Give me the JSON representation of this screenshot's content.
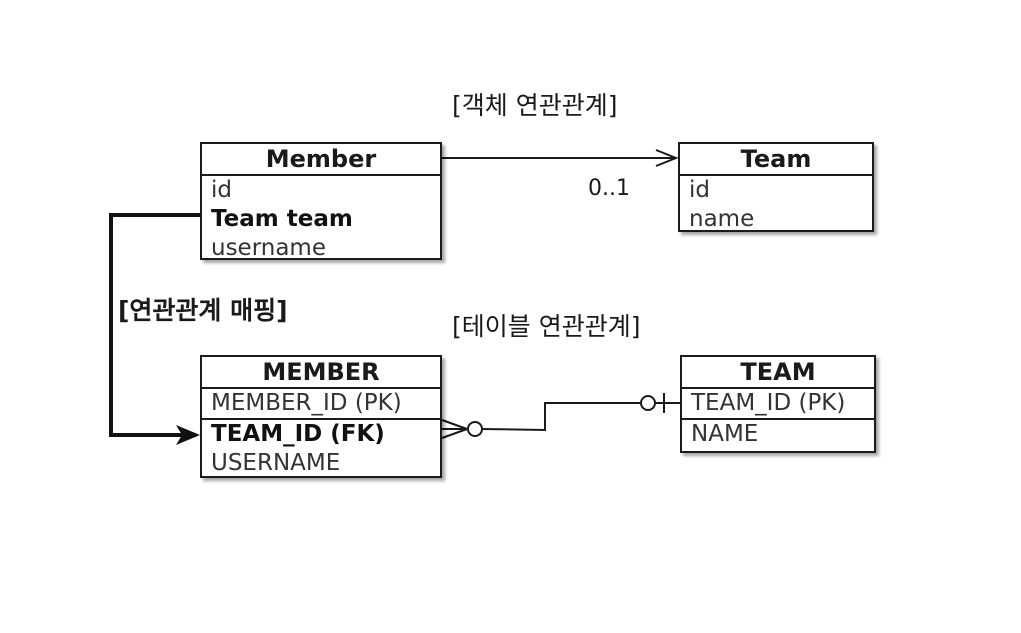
{
  "labels": {
    "object_relation": "[객체 연관관계]",
    "table_relation": "[테이블 연관관계]",
    "mapping": "[연관관계 매핑]",
    "multiplicity": "0..1"
  },
  "object_entities": {
    "member": {
      "title": "Member",
      "fields": [
        "id",
        "Team team",
        "username"
      ]
    },
    "team": {
      "title": "Team",
      "fields": [
        "id",
        "name"
      ]
    }
  },
  "table_entities": {
    "member": {
      "title": "MEMBER",
      "fields": [
        "MEMBER_ID (PK)",
        "TEAM_ID (FK)",
        "USERNAME"
      ]
    },
    "team": {
      "title": "TEAM",
      "fields": [
        "TEAM_ID (PK)",
        "NAME"
      ]
    }
  }
}
